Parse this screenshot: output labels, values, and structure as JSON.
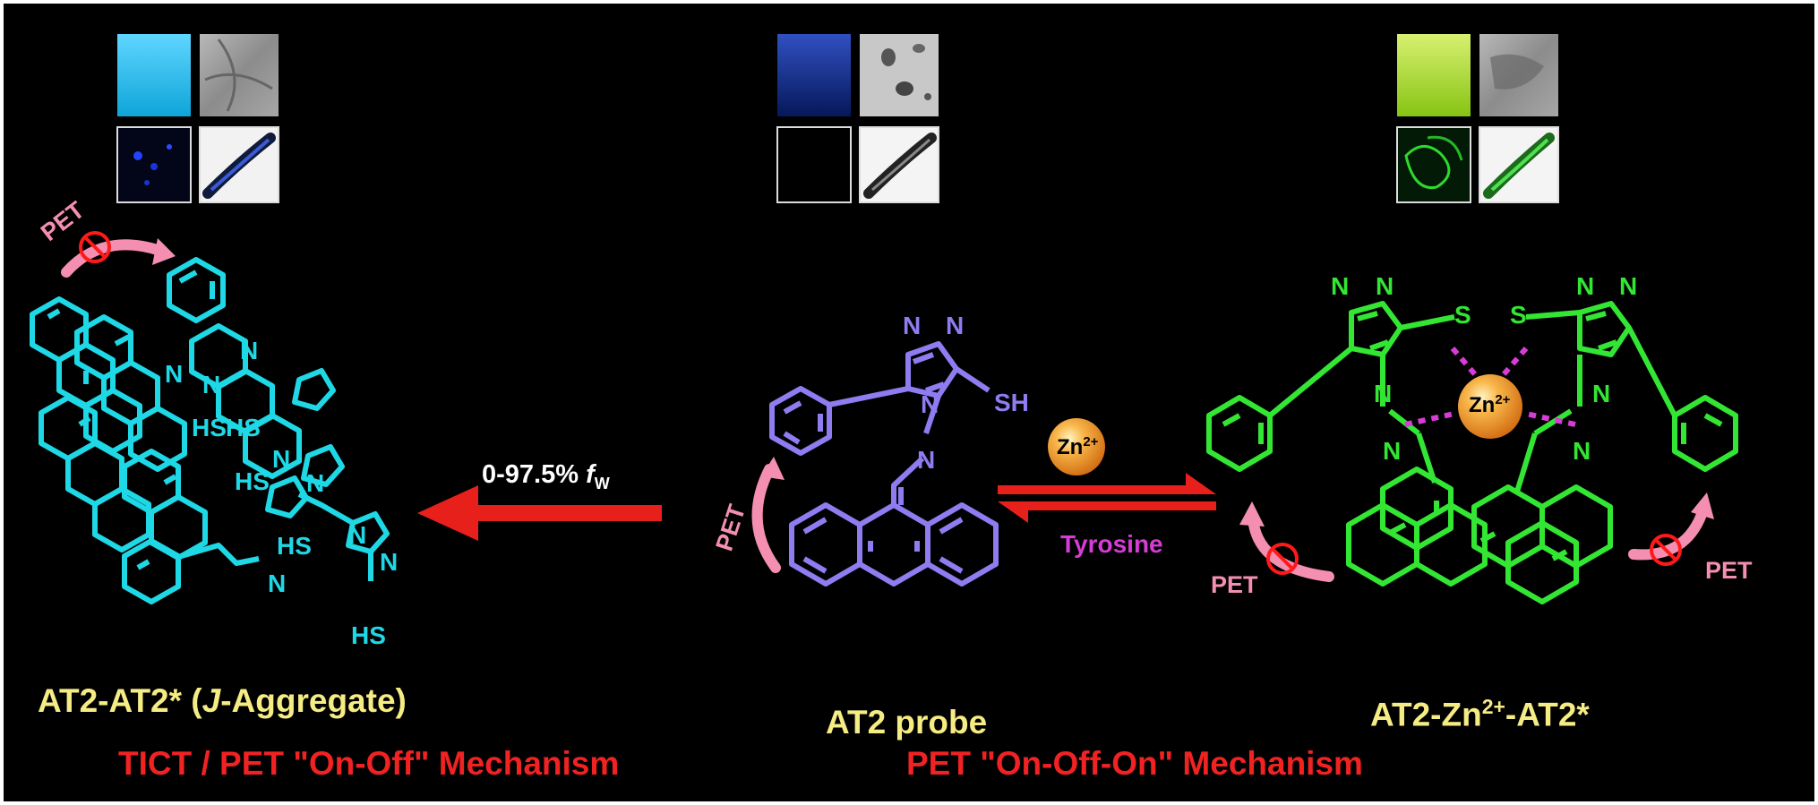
{
  "labels": {
    "aggregate_name": "AT2-AT2* (",
    "aggregate_j": "J",
    "aggregate_rest": "-Aggregate)",
    "probe_name": "AT2 probe",
    "complex_a": "AT2-Zn",
    "complex_sup": "2+",
    "complex_b": "-AT2*",
    "mechanism_left": "TICT / PET \"On-Off\" Mechanism",
    "mechanism_right": "PET \"On-Off-On\" Mechanism",
    "arrow_label_main": "0-97.5% ",
    "arrow_label_f": "f",
    "arrow_label_sub": "W",
    "tyrosine": "Tyrosine",
    "zn_ion": "Zn",
    "zn_charge": "2+",
    "pet": "PET",
    "atoms": {
      "N": "N",
      "S": "S",
      "SH": "SH",
      "HS": "HS"
    }
  },
  "colors": {
    "background": "#000000",
    "aggregate": "#1fd8e6",
    "probe": "#8f7cf0",
    "complex": "#33e633",
    "reaction_arrow": "#e8201c",
    "pet_arrow": "#f48fb1",
    "quench_circle": "#ff1a1a",
    "label_yellow": "#f6ec84",
    "label_red": "#f02222",
    "tyrosine": "#d63cd6",
    "zn_sphere": "#f59a2a"
  },
  "panels": [
    {
      "solution_color": "#12b9e6",
      "fluorescence": "blue-dots"
    },
    {
      "solution_color": "#0c2a8c",
      "fluorescence": "dark"
    },
    {
      "solution_color": "#a8dc1e",
      "fluorescence": "green-cells"
    }
  ]
}
